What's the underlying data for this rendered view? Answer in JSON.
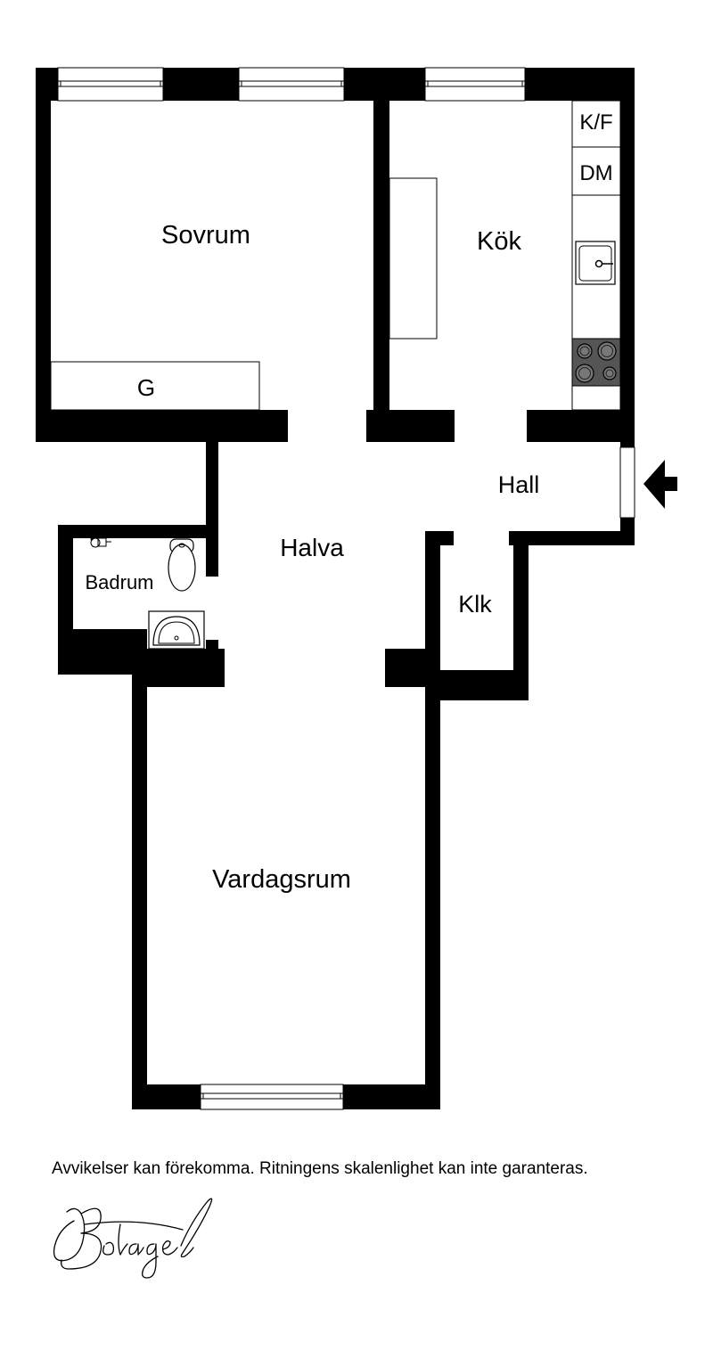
{
  "rooms": {
    "sovrum": "Sovrum",
    "kok": "Kök",
    "hall": "Hall",
    "halva": "Halva",
    "badrum": "Badrum",
    "klk": "Klk",
    "vardagsrum": "Vardagsrum"
  },
  "fixtures": {
    "fridge_freezer": "K/F",
    "dishwasher": "DM",
    "wardrobe": "G"
  },
  "icons": {
    "entrance": "entrance-arrow-icon",
    "sink": "sink-icon",
    "stove": "stove-icon",
    "toilet": "toilet-icon",
    "washbasin": "washbasin-icon",
    "shower": "shower-icon"
  },
  "footer": {
    "disclaimer": "Avvikelser kan förekomma. Ritningens skalenlighet kan inte garanteras.",
    "brand": "Bolaget"
  },
  "colors": {
    "wall": "#000000",
    "background": "#ffffff",
    "stove_top": "#555555"
  }
}
